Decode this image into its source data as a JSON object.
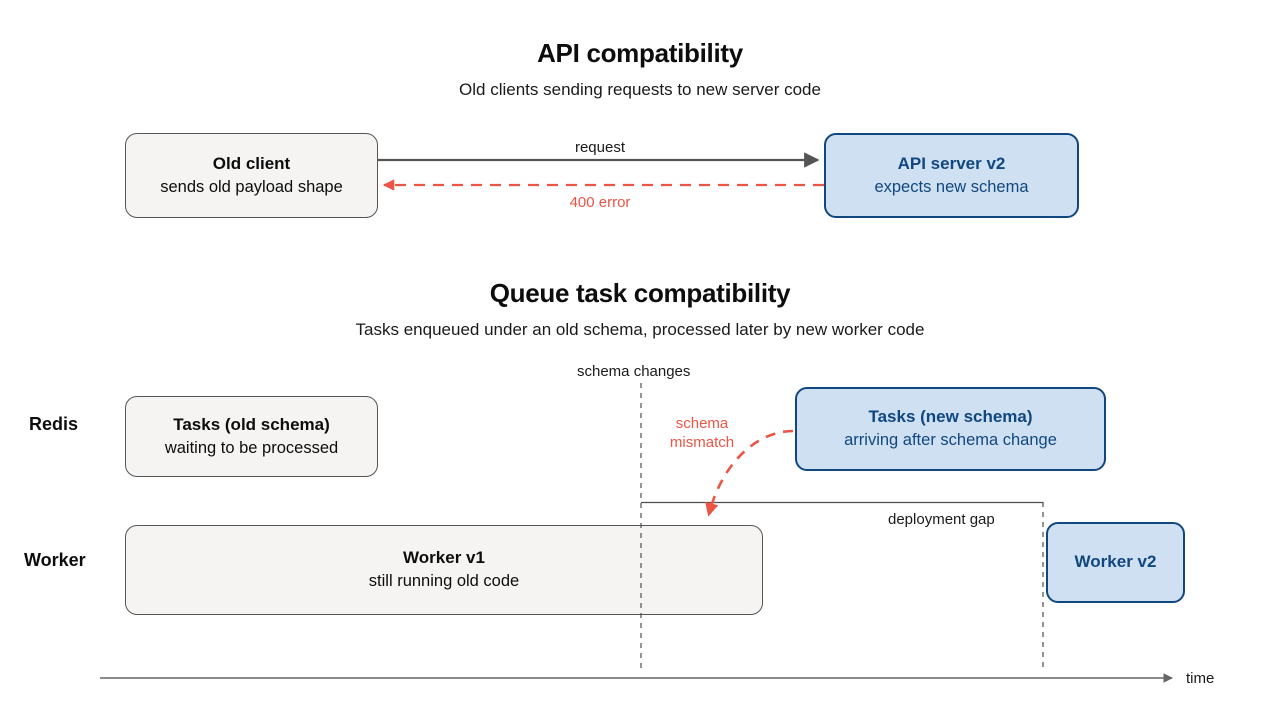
{
  "sections": [
    {
      "title": "API compatibility",
      "subtitle": "Old clients sending requests to new server code",
      "nodes": [
        {
          "title": "Old client",
          "sub": "sends old payload shape",
          "style": "gray"
        },
        {
          "title": "API server v2",
          "sub": "expects new schema",
          "style": "blue"
        }
      ],
      "edges": [
        {
          "label": "request",
          "color": "#555555",
          "style": "solid"
        },
        {
          "label": "400 error",
          "color": "#ea5545",
          "style": "dashed"
        }
      ]
    },
    {
      "title": "Queue task compatibility",
      "subtitle": "Tasks enqueued under an old schema, processed later by new worker code",
      "lanes": [
        {
          "label": "Redis"
        },
        {
          "label": "Worker"
        }
      ],
      "nodes": [
        {
          "title": "Tasks (old schema)",
          "sub": "waiting to be processed",
          "style": "gray"
        },
        {
          "title": "Tasks (new schema)",
          "sub": "arriving after schema change",
          "style": "blue"
        },
        {
          "title": "Worker v1",
          "sub": "still running old code",
          "style": "gray"
        },
        {
          "title": "Worker v2",
          "sub": "",
          "style": "blue"
        }
      ],
      "annotations": [
        {
          "label": "schema changes",
          "kind": "marker-label"
        },
        {
          "label": "schema",
          "kind": "edge-label-red-line1"
        },
        {
          "label": "mismatch",
          "kind": "edge-label-red-line2"
        },
        {
          "label": "deployment gap",
          "kind": "span-label"
        }
      ],
      "axis": {
        "label": "time"
      }
    }
  ],
  "colors": {
    "blue_fill": "#cfe0f3",
    "blue_stroke": "#11477f",
    "gray_fill": "#f5f4f2",
    "gray_stroke": "#555555",
    "red": "#ea5545",
    "axis": "#666666",
    "text": "#111111"
  }
}
